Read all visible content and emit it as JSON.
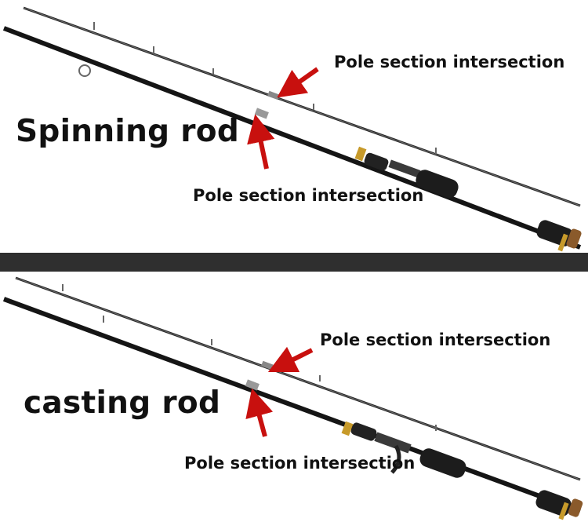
{
  "colors": {
    "rod_blank": "#151515",
    "arrow": "#c8100e",
    "divider": "#2f2f2f",
    "gold_trim": "#c79a2a",
    "cork": "#8a5a2b"
  },
  "panels": [
    {
      "rod_type": "Spinning rod",
      "callout_upper": "Pole section intersection",
      "callout_lower": "Pole section intersection"
    },
    {
      "rod_type": "casting rod",
      "callout_upper": "Pole section intersection",
      "callout_lower": "Pole section intersection"
    }
  ]
}
